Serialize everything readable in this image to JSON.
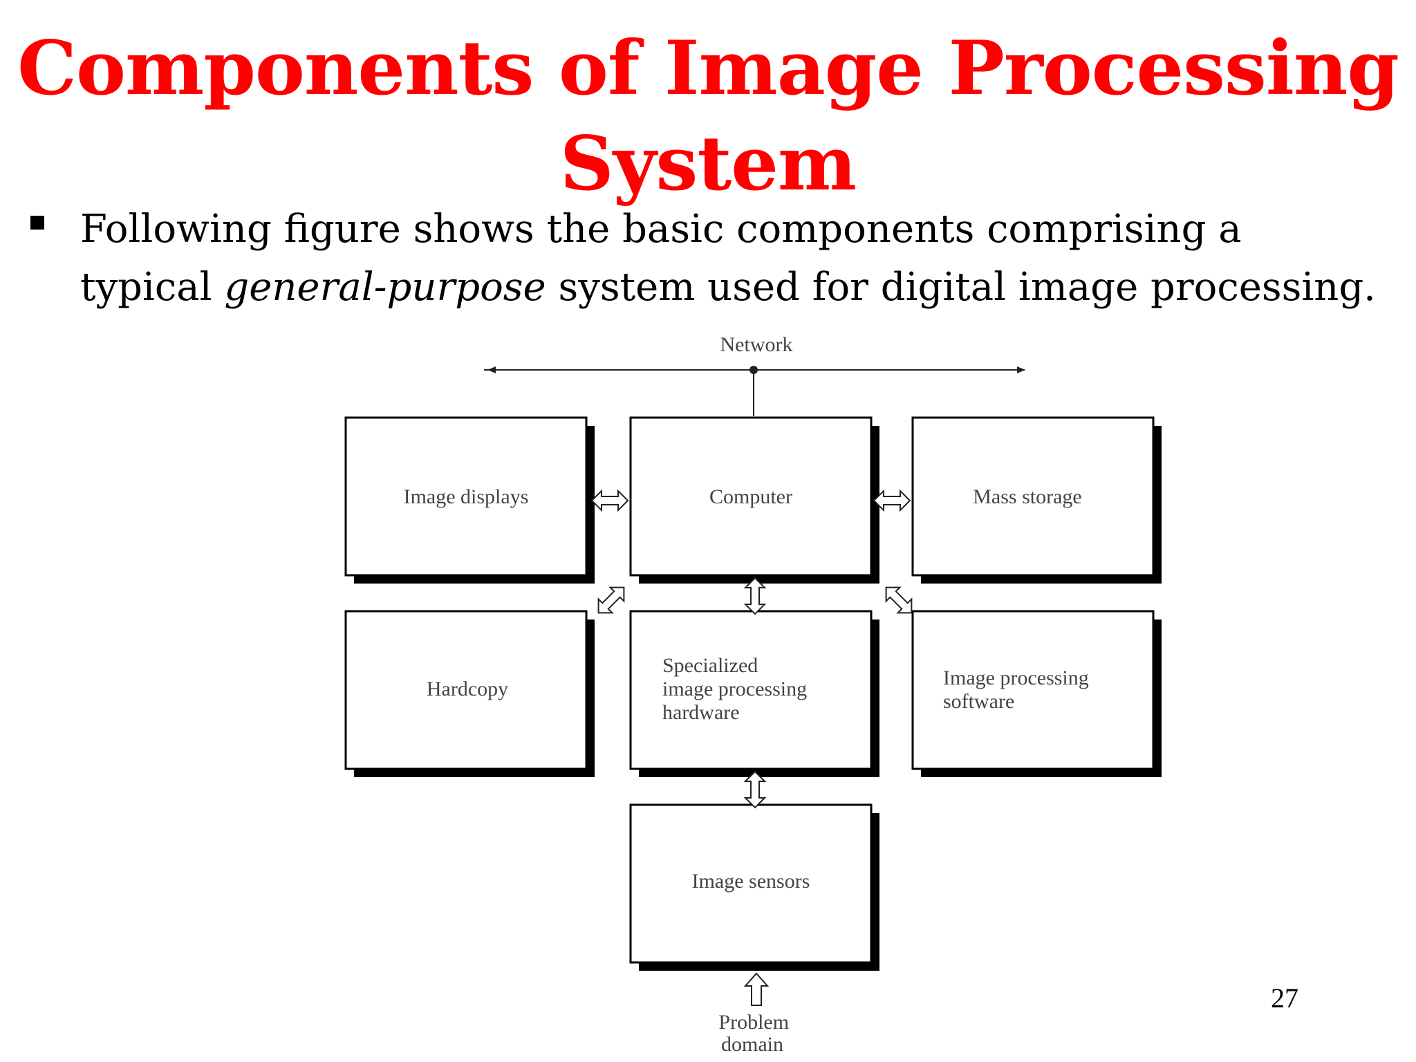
{
  "slide": {
    "title_line1": "Components of Image Processing",
    "title_line2": "System",
    "bullet_line1": "Following figure shows the basic components comprising a",
    "bullet_line2_pre": "typical ",
    "bullet_line2_em": "general-purpose",
    "bullet_line2_post": " system used for digital image processing.",
    "page_number": "27",
    "title_color": "#ff0000"
  },
  "diagram": {
    "network_label": "Network",
    "boxes": {
      "image_displays": [
        "Image displays"
      ],
      "computer": [
        "Computer"
      ],
      "mass_storage": [
        "Mass storage"
      ],
      "hardcopy": [
        "Hardcopy"
      ],
      "specialized_hardware": [
        "Specialized",
        "image processing",
        "hardware"
      ],
      "software": [
        "Image processing",
        "software"
      ],
      "image_sensors": [
        "Image sensors"
      ]
    },
    "problem_domain": [
      "Problem",
      "domain"
    ]
  }
}
